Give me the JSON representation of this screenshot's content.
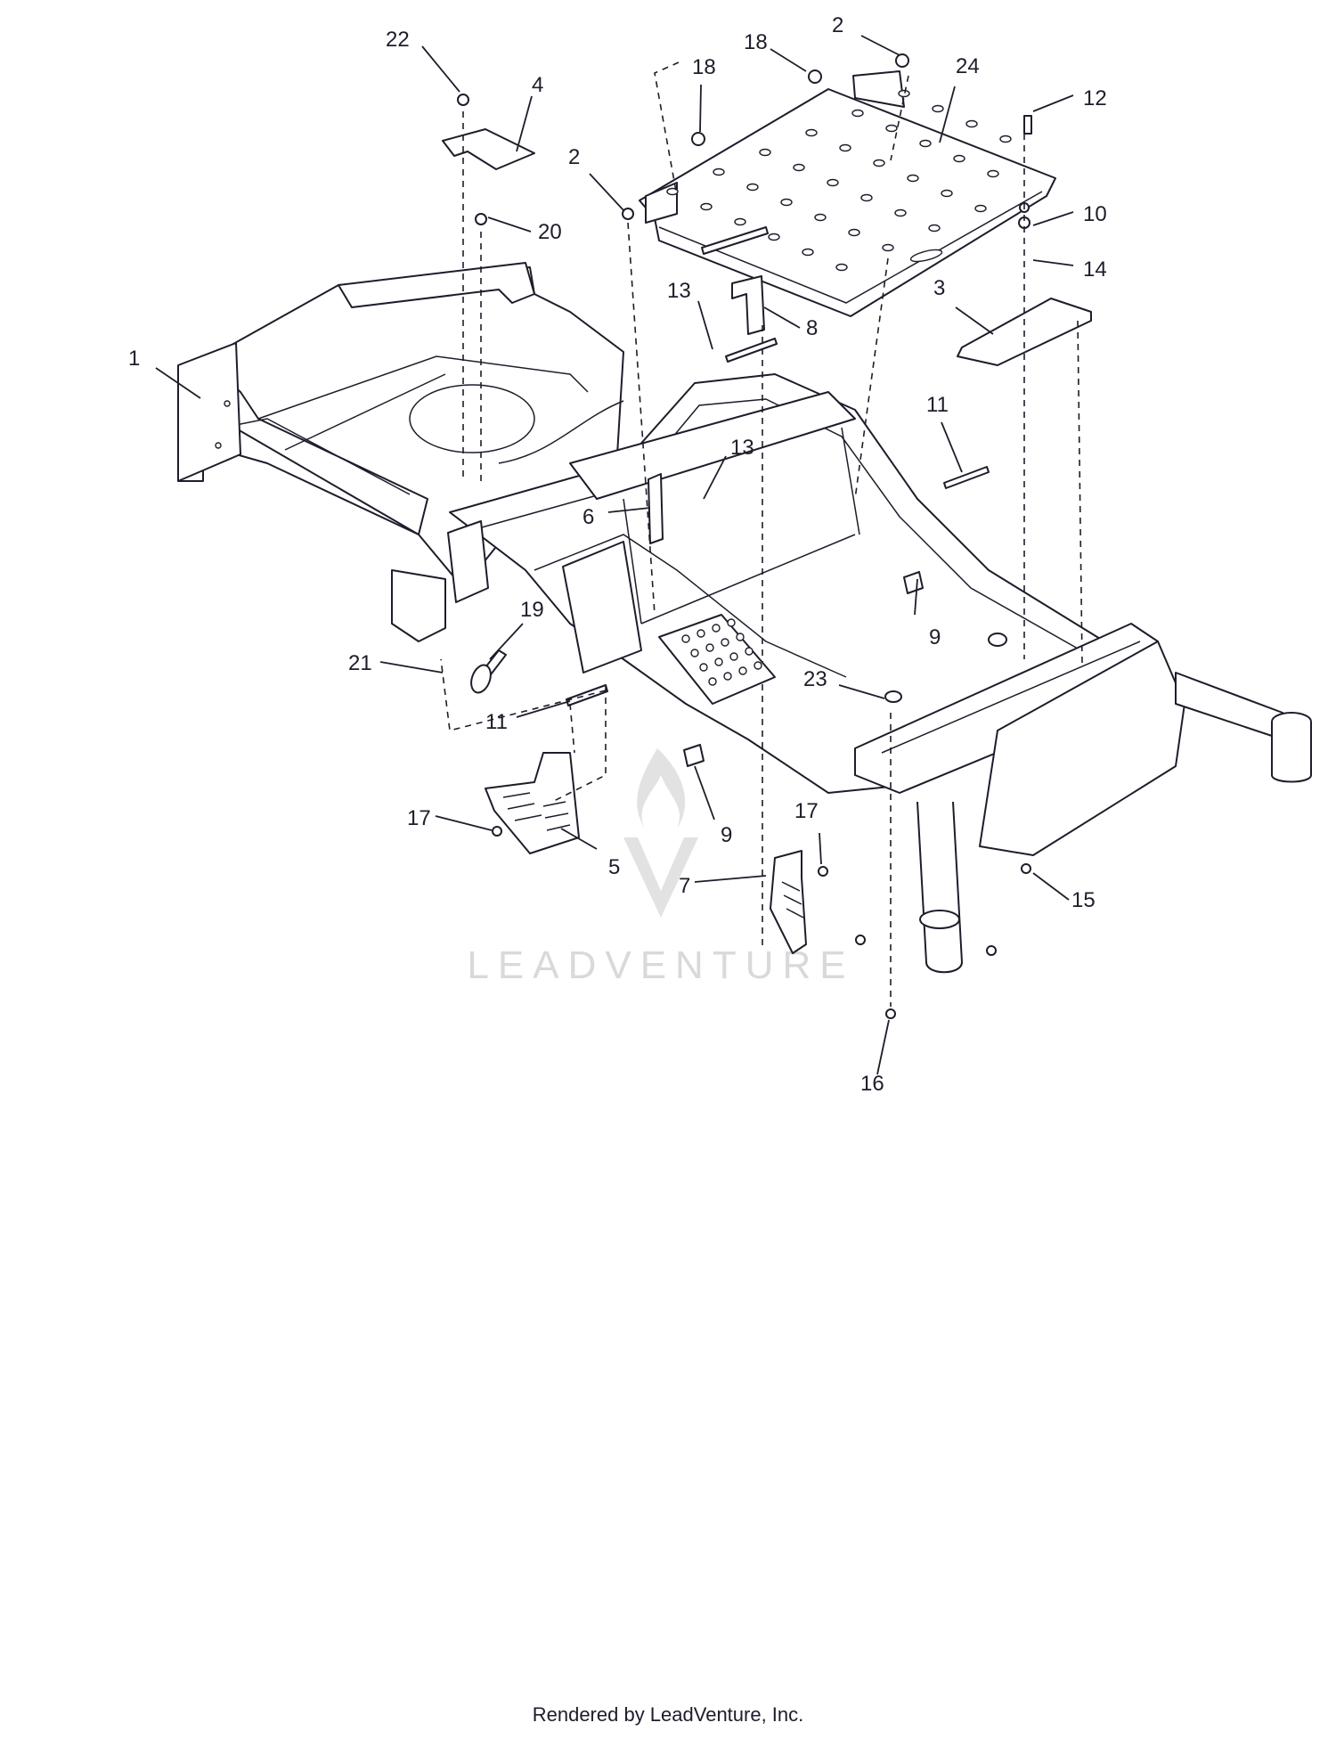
{
  "callouts": [
    {
      "id": "c22",
      "text": "22"
    },
    {
      "id": "c4",
      "text": "4"
    },
    {
      "id": "c18a",
      "text": "18"
    },
    {
      "id": "c18b",
      "text": "18"
    },
    {
      "id": "c2a",
      "text": "2"
    },
    {
      "id": "c24",
      "text": "24"
    },
    {
      "id": "c12",
      "text": "12"
    },
    {
      "id": "c2b",
      "text": "2"
    },
    {
      "id": "c20",
      "text": "20"
    },
    {
      "id": "c10",
      "text": "10"
    },
    {
      "id": "c14",
      "text": "14"
    },
    {
      "id": "c13a",
      "text": "13"
    },
    {
      "id": "c8",
      "text": "8"
    },
    {
      "id": "c3",
      "text": "3"
    },
    {
      "id": "c1",
      "text": "1"
    },
    {
      "id": "c11a",
      "text": "11"
    },
    {
      "id": "c13b",
      "text": "13"
    },
    {
      "id": "c6",
      "text": "6"
    },
    {
      "id": "c19",
      "text": "19"
    },
    {
      "id": "c9a",
      "text": "9"
    },
    {
      "id": "c21",
      "text": "21"
    },
    {
      "id": "c23",
      "text": "23"
    },
    {
      "id": "c11b",
      "text": "11"
    },
    {
      "id": "c9b",
      "text": "9"
    },
    {
      "id": "c17a",
      "text": "17"
    },
    {
      "id": "c17b",
      "text": "17"
    },
    {
      "id": "c5",
      "text": "5"
    },
    {
      "id": "c7",
      "text": "7"
    },
    {
      "id": "c15",
      "text": "15"
    },
    {
      "id": "c16",
      "text": "16"
    }
  ],
  "watermark": "LEADVENTURE",
  "footer": "Rendered by LeadVenture, Inc.",
  "colors": {
    "line": "#1d1d2b",
    "watermark": "#d9d9d9",
    "background": "#ffffff"
  }
}
